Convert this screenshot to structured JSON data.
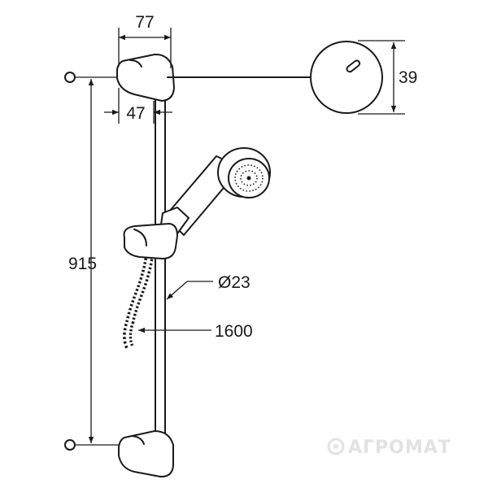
{
  "dimensions": {
    "bracket_width": "77",
    "rail_offset": "47",
    "height": "39",
    "rail_length": "915",
    "diameter": "Ø23",
    "hose_length": "1600"
  },
  "watermark": {
    "text": "АГРОМАТ"
  },
  "colors": {
    "line": "#1a1a1a",
    "background": "#ffffff",
    "watermark": "#e2e2e2"
  }
}
